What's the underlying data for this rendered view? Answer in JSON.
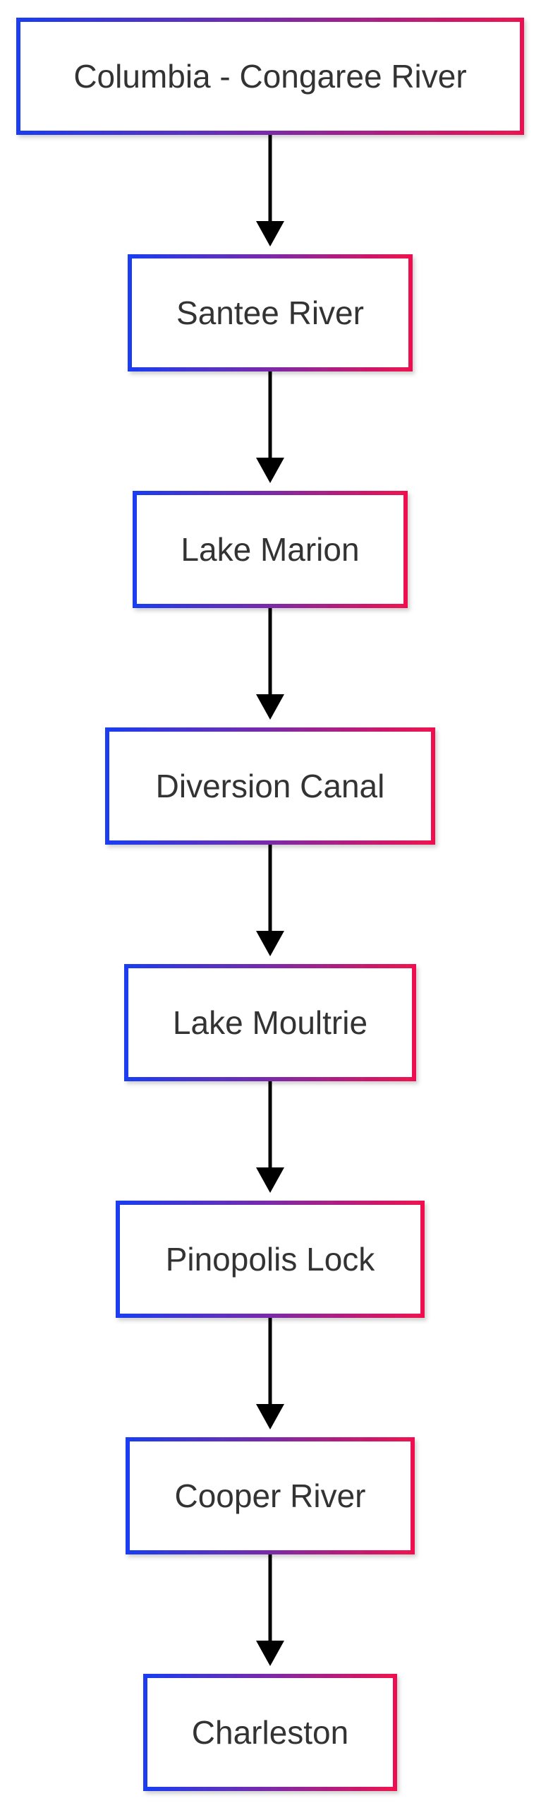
{
  "diagram": {
    "type": "flowchart",
    "direction": "top-to-bottom",
    "nodes": [
      {
        "id": "n0",
        "label": "Columbia - Congaree River"
      },
      {
        "id": "n1",
        "label": "Santee River"
      },
      {
        "id": "n2",
        "label": "Lake Marion"
      },
      {
        "id": "n3",
        "label": "Diversion Canal"
      },
      {
        "id": "n4",
        "label": "Lake Moultrie"
      },
      {
        "id": "n5",
        "label": "Pinopolis Lock"
      },
      {
        "id": "n6",
        "label": "Cooper River"
      },
      {
        "id": "n7",
        "label": "Charleston"
      }
    ],
    "edges": [
      {
        "from": "n0",
        "to": "n1"
      },
      {
        "from": "n1",
        "to": "n2"
      },
      {
        "from": "n2",
        "to": "n3"
      },
      {
        "from": "n3",
        "to": "n4"
      },
      {
        "from": "n4",
        "to": "n5"
      },
      {
        "from": "n5",
        "to": "n6"
      },
      {
        "from": "n6",
        "to": "n7"
      }
    ]
  },
  "colors": {
    "border_gradient_start": "#1a3cf0",
    "border_gradient_mid": "#7b2aa8",
    "border_gradient_end": "#ee1150",
    "node_fill": "#ffffff",
    "label_text": "#333333",
    "edge": "#000000"
  }
}
